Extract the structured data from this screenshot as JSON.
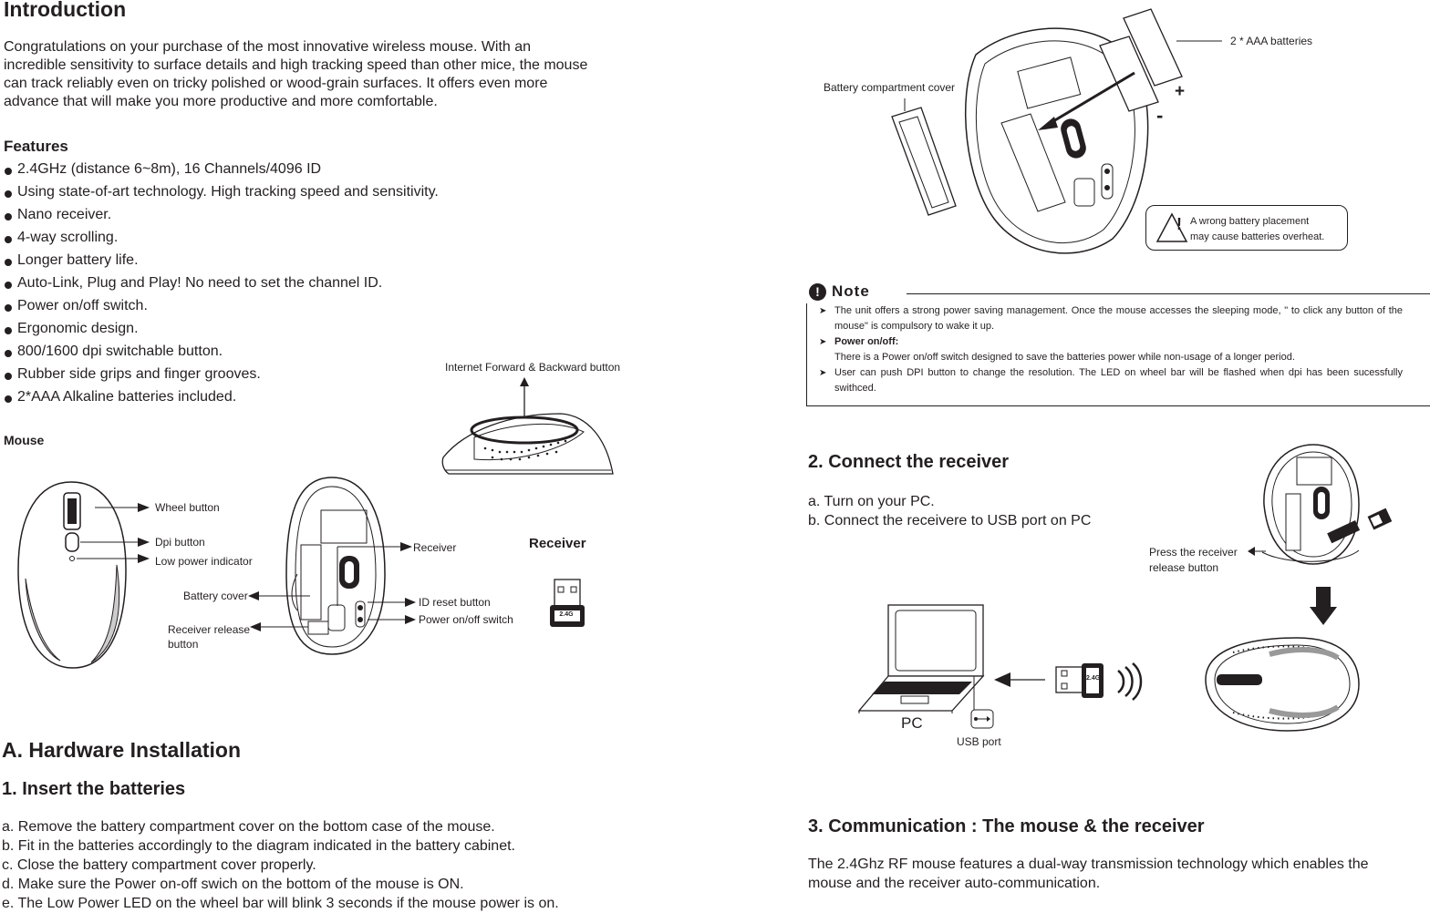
{
  "intro": {
    "title": "Introduction",
    "lines": [
      "Congratulations on your purchase of the most innovative wireless  mouse. With an",
      "incredible sensitivity to surface details and high tracking speed than other mice, the mouse",
      "can track reliably even on tricky polished or wood-grain surfaces. It offers even more",
      "advance that will make you more productive and more comfortable."
    ]
  },
  "features": {
    "title": "Features",
    "items": [
      "2.4GHz (distance 6~8m), 16 Channels/4096 ID",
      "Using state-of-art technology. High tracking speed and sensitivity.",
      "Nano receiver.",
      "4-way scrolling.",
      "Longer battery life.",
      "Auto-Link, Plug and Play! No need to set the channel ID.",
      "Power on/off switch.",
      "Ergonomic design.",
      "800/1600 dpi switchable button.",
      "Rubber side grips and finger grooves.",
      "2*AAA Alkaline batteries included."
    ]
  },
  "mouse_section": {
    "title": "Mouse",
    "internet_label": "Internet Forward & Backward button",
    "wheel_label": "Wheel button",
    "dpi_label": "Dpi button",
    "low_power_label": "Low power indicator",
    "battery_cover_label": "Battery cover",
    "receiver_release_label_1": "Receiver release",
    "receiver_release_label_2": "button",
    "receiver_label": "Receiver",
    "id_reset_label": "ID reset button",
    "power_switch_label": "Power on/off switch",
    "receiver_title": "Receiver",
    "receiver_chip": "2.4G"
  },
  "hardware": {
    "title": "A. Hardware Installation",
    "step1_title": "1. Insert the batteries",
    "step1_lines": [
      "a. Remove the battery compartment cover on the bottom case of the mouse.",
      "b. Fit in the batteries accordingly to the diagram indicated in the battery cabinet.",
      "c. Close the battery compartment cover properly.",
      "d. Make sure the Power on-off swich on the bottom of the mouse is ON.",
      "e. The Low Power LED on the wheel bar will blink 3 seconds if the mouse power is on."
    ]
  },
  "battery_fig": {
    "cover_label": "Battery compartment cover",
    "batteries_label": "2 * AAA batteries",
    "plus": "+",
    "minus": "-",
    "warning_line1": "A wrong battery placement",
    "warning_line2": "may cause batteries overheat.",
    "warning_symbol": "!"
  },
  "note": {
    "title": "Note",
    "icon": "!",
    "para1": "The unit offers a strong power saving management. Once the mouse accesses the sleeping mode, \" to click any button of the mouse\" is compulsory to wake it up.",
    "power_title": "Power on/off:",
    "para2": "There is a Power on/off switch designed to save the batteries power while non-usage of a longer period.",
    "para3": "User can push DPI button to change the resolution.  The LED on wheel bar will be flashed when dpi has been sucessfully swithced."
  },
  "connect": {
    "title": "2. Connect the receiver",
    "line_a": "a. Turn on your PC.",
    "line_b": "b. Connect the receivere to USB port on PC",
    "press_label_1": "Press the receiver",
    "press_label_2": "release button",
    "pc_label": "PC",
    "usb_label": "USB port",
    "chip_label": "2.4G"
  },
  "communication": {
    "title": "3. Communication : The mouse & the receiver",
    "line1": "The 2.4Ghz RF mouse features a dual-way transmission technology which enables the",
    "line2": "mouse and the receiver auto-communication."
  }
}
